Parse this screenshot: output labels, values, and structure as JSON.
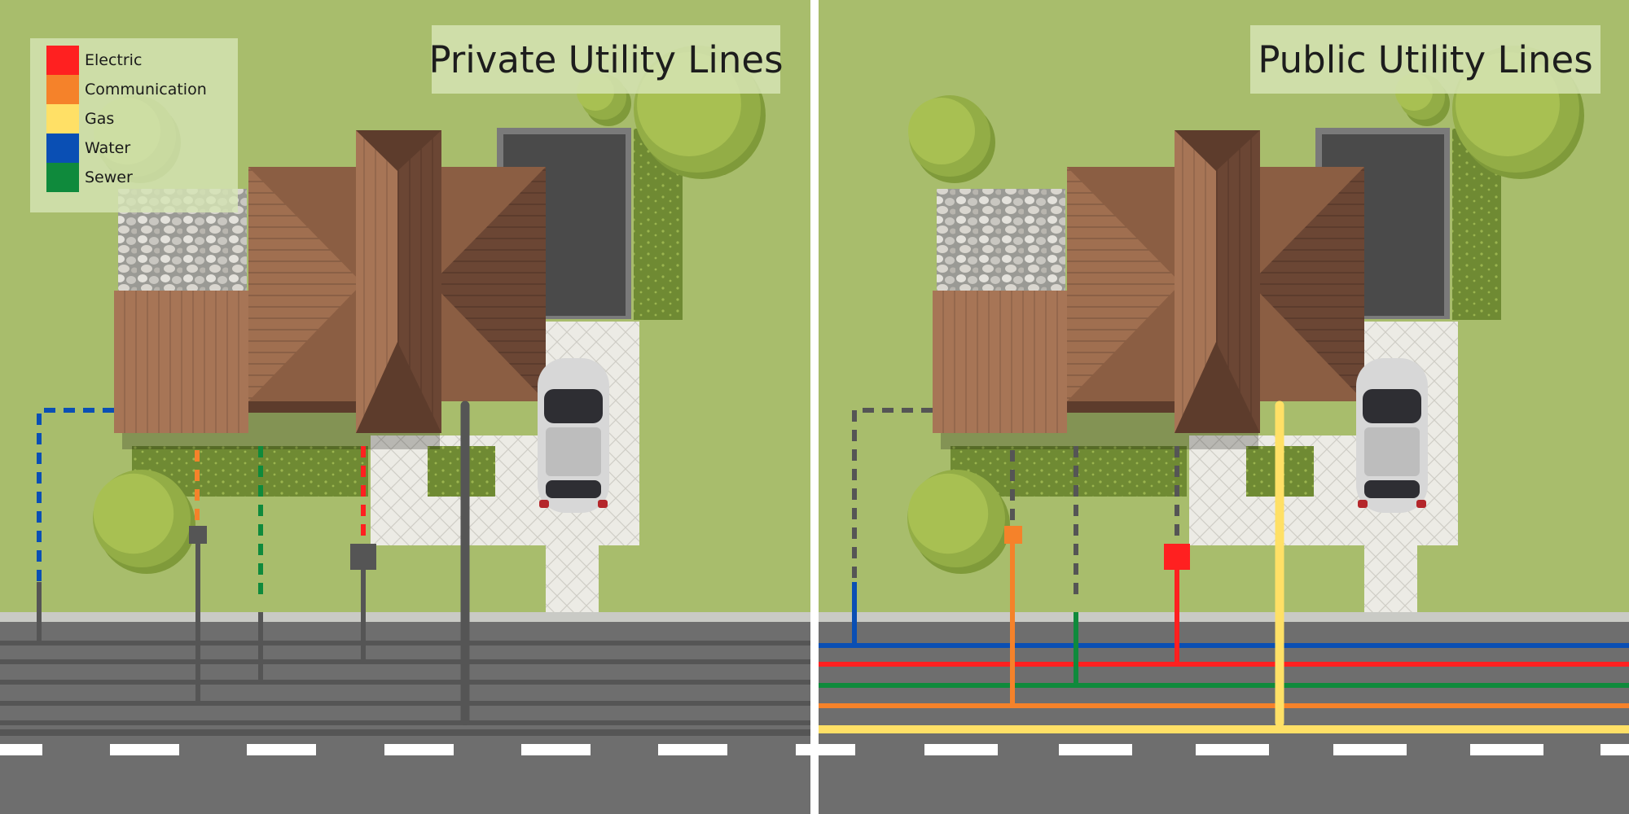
{
  "panels": [
    {
      "id": "private",
      "title": "Private Utility Lines"
    },
    {
      "id": "public",
      "title": "Public Utility Lines"
    }
  ],
  "legend": [
    {
      "label": "Electric",
      "color": "#ff2020"
    },
    {
      "label": "Communication",
      "color": "#f5822a"
    },
    {
      "label": "Gas",
      "color": "#ffe066"
    },
    {
      "label": "Water",
      "color": "#0a4fb4"
    },
    {
      "label": "Sewer",
      "color": "#0f8a3c"
    }
  ],
  "colors": {
    "grass": "#a8bd6c",
    "road": "#6e6e6e",
    "sidewalk": "#c9cac5",
    "roof_light": "#a77556",
    "roof_dark": "#6b4634",
    "driveway": "#eceae4",
    "line_gray": "#555555",
    "hedge": "#6f8a33",
    "tree": "#a8c052"
  }
}
